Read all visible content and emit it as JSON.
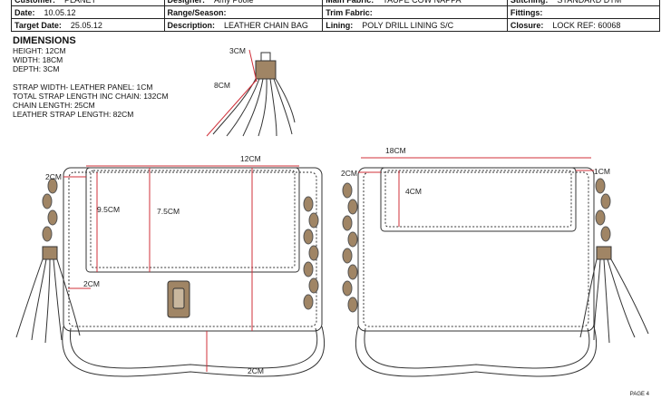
{
  "header": {
    "rows": [
      [
        {
          "label": "Customer:",
          "value": "PLANET"
        },
        {
          "label": "Designer:",
          "value": "Amy Poole"
        },
        {
          "label": "Main Fabric:",
          "value": "TAUPE COW NAPPA"
        },
        {
          "label": "Stitching:",
          "value": "STANDARD DTM"
        }
      ],
      [
        {
          "label": "Date:",
          "value": "10.05.12"
        },
        {
          "label": "Range/Season:",
          "value": ""
        },
        {
          "label": "Trim Fabric:",
          "value": ""
        },
        {
          "label": "Fittings:",
          "value": ""
        }
      ],
      [
        {
          "label": "Target Date:",
          "value": "25.05.12"
        },
        {
          "label": "Description:",
          "value": "LEATHER CHAIN BAG"
        },
        {
          "label": "Lining:",
          "value": "POLY DRILL LINING S/C"
        },
        {
          "label": "Closure:",
          "value": "LOCK REF: 60068"
        }
      ]
    ]
  },
  "dimensions": {
    "title": "DIMENSIONS",
    "lines": [
      "HEIGHT: 12CM",
      "WIDTH: 18CM",
      "DEPTH: 3CM"
    ],
    "strap_lines": [
      "STRAP WIDTH- LEATHER PANEL: 1CM",
      "TOTAL STRAP LENGTH INC CHAIN: 132CM",
      "CHAIN LENGTH: 25CM",
      "LEATHER STRAP LENGTH: 82CM"
    ]
  },
  "measures": {
    "tassel_cap": "3CM",
    "tassel_len": "8CM",
    "front_width": "12CM",
    "front_side": "2CM",
    "front_h1": "9.5CM",
    "front_h2": "7.5CM",
    "front_bottom": "2CM",
    "strap": "2CM",
    "back_width": "18CM",
    "back_left": "2CM",
    "back_right": "1CM",
    "back_flap": "4CM"
  },
  "colors": {
    "leather": "#a08565",
    "measure": "#d0303a"
  },
  "footer": {
    "page": "PAGE 4"
  }
}
